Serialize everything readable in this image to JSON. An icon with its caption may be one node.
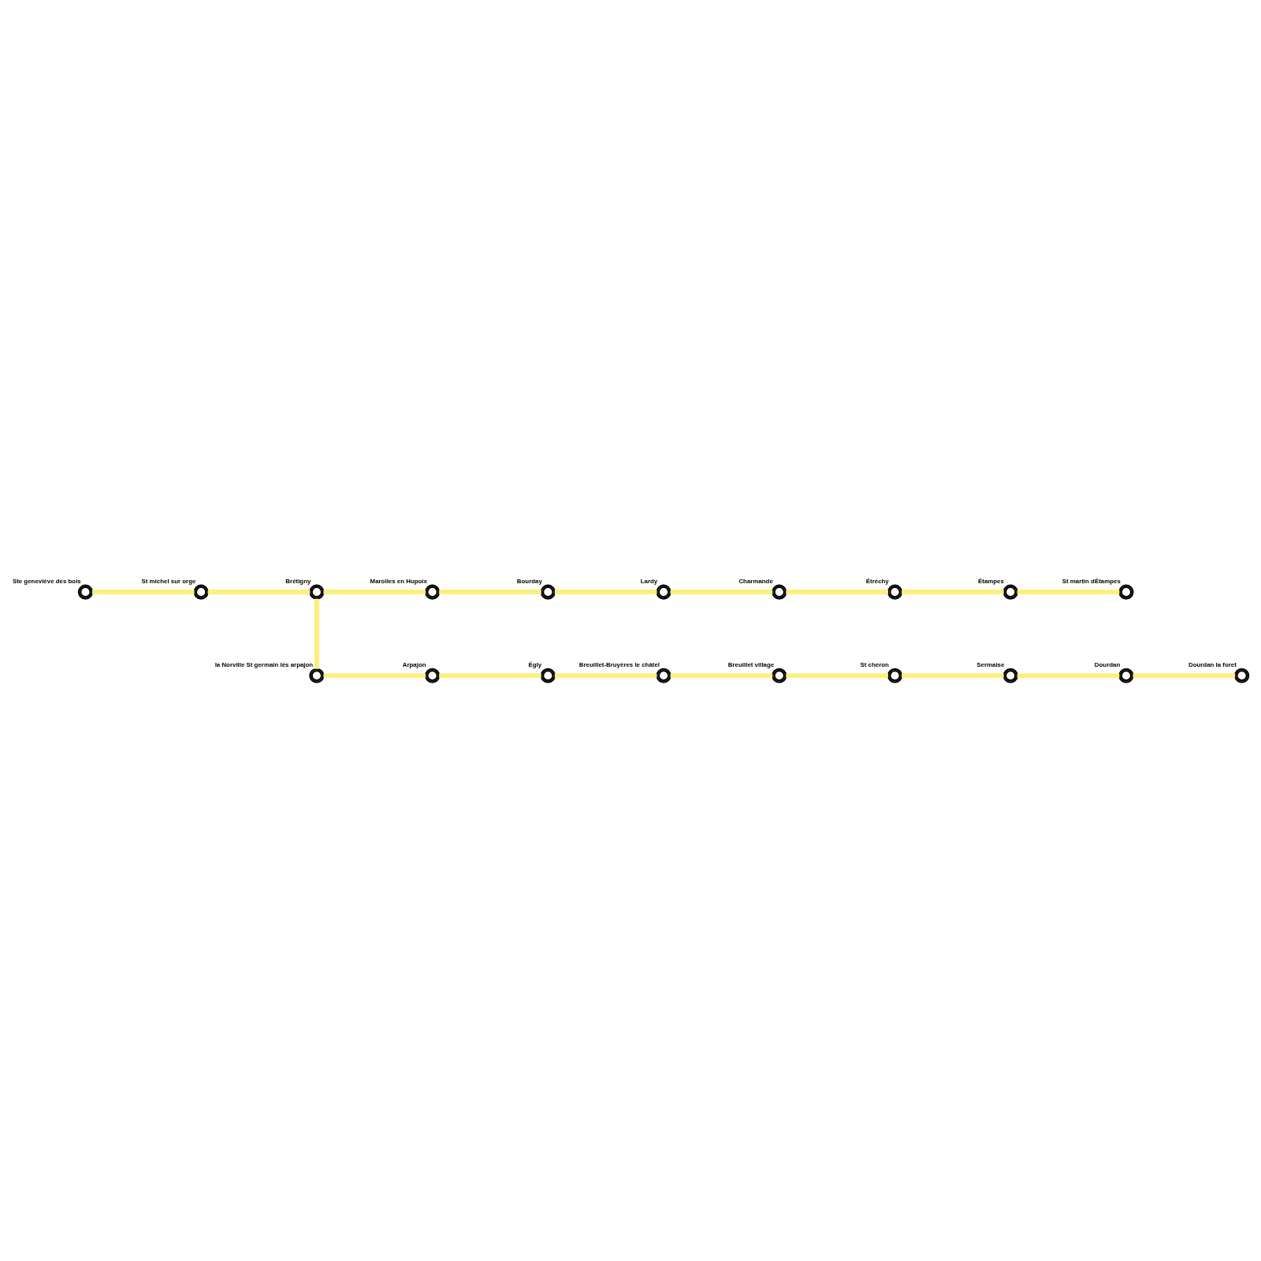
{
  "diagram": {
    "nodes": [
      {
        "text": [
          "Ste geneviève des bois"
        ]
      },
      {
        "text": [
          "St michel sur orge"
        ]
      },
      {
        "text": [
          "Brétigny"
        ]
      },
      {
        "text": [
          "Marolles en Hupoix"
        ]
      },
      {
        "text": [
          "Bourday"
        ]
      },
      {
        "text": [
          "Lardy"
        ]
      },
      {
        "text": [
          "Charmande"
        ]
      },
      {
        "text": [
          "Étréchy"
        ]
      },
      {
        "text": [
          "Étampes"
        ]
      },
      {
        "text": [
          "St martin dÉtampes"
        ]
      },
      {
        "text": [
          "la Norville St germain lès arpajon"
        ]
      },
      {
        "text": [
          "Arpajon"
        ]
      },
      {
        "text": [
          "Égly"
        ]
      },
      {
        "text": [
          "Breuillet-Bruyères le châtel"
        ]
      },
      {
        "text": [
          "Breuillet village"
        ]
      },
      {
        "text": [
          "St chéron"
        ]
      },
      {
        "text": [
          "Sermaise"
        ]
      },
      {
        "text": [
          "Dourdan"
        ]
      },
      {
        "text": [
          "Dourdan la foret"
        ]
      }
    ],
    "edges": [
      {
        "from": 0,
        "to": 1,
        "arrow": "none"
      },
      {
        "from": 1,
        "to": 2,
        "arrow": "none"
      },
      {
        "from": 2,
        "to": 3,
        "arrow": "none"
      },
      {
        "from": 3,
        "to": 4,
        "arrow": "none"
      },
      {
        "from": 4,
        "to": 5,
        "arrow": "none"
      },
      {
        "from": 5,
        "to": 6,
        "arrow": "none"
      },
      {
        "from": 6,
        "to": 7,
        "arrow": "none"
      },
      {
        "from": 7,
        "to": 8,
        "arrow": "none"
      },
      {
        "from": 8,
        "to": 9,
        "arrow": "none"
      },
      {
        "from": 2,
        "to": 10,
        "arrow": "none"
      },
      {
        "from": 10,
        "to": 11,
        "arrow": "none"
      },
      {
        "from": 11,
        "to": 12,
        "arrow": "none"
      },
      {
        "from": 12,
        "to": 13,
        "arrow": "none"
      },
      {
        "from": 13,
        "to": 14,
        "arrow": "none"
      },
      {
        "from": 14,
        "to": 15,
        "arrow": "none"
      },
      {
        "from": 15,
        "to": 16,
        "arrow": "none"
      },
      {
        "from": 16,
        "to": 17,
        "arrow": "none"
      },
      {
        "from": 17,
        "to": 18,
        "arrow": "none"
      }
    ]
  }
}
